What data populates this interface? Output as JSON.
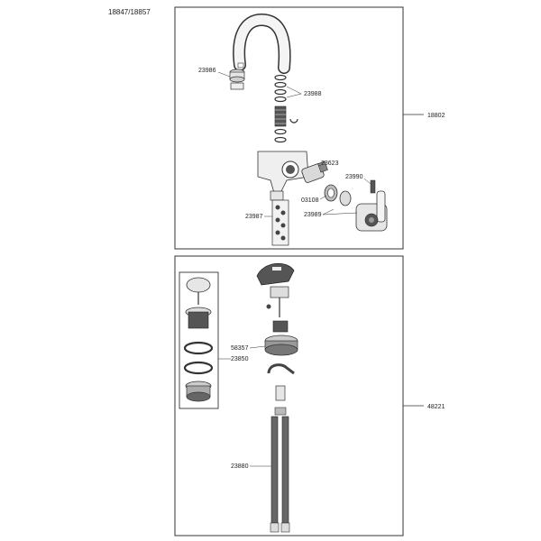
{
  "header": {
    "model_numbers": "18847/18857"
  },
  "upper_assembly": {
    "kit_number": "18802",
    "parts": {
      "aerator": "23986",
      "o_ring_set": "23988",
      "cartridge": "23623",
      "set_screw": "23990",
      "nut": "03108",
      "handle": "23989",
      "hose": "23987"
    }
  },
  "lower_assembly": {
    "kit_number": "48221",
    "parts": {
      "mounting_part": "58357",
      "drain_seal": "23850",
      "supply_hoses": "23880"
    }
  },
  "colors": {
    "line": "#333333",
    "part_fill": "#e6e6e6",
    "dark": "#444444"
  }
}
